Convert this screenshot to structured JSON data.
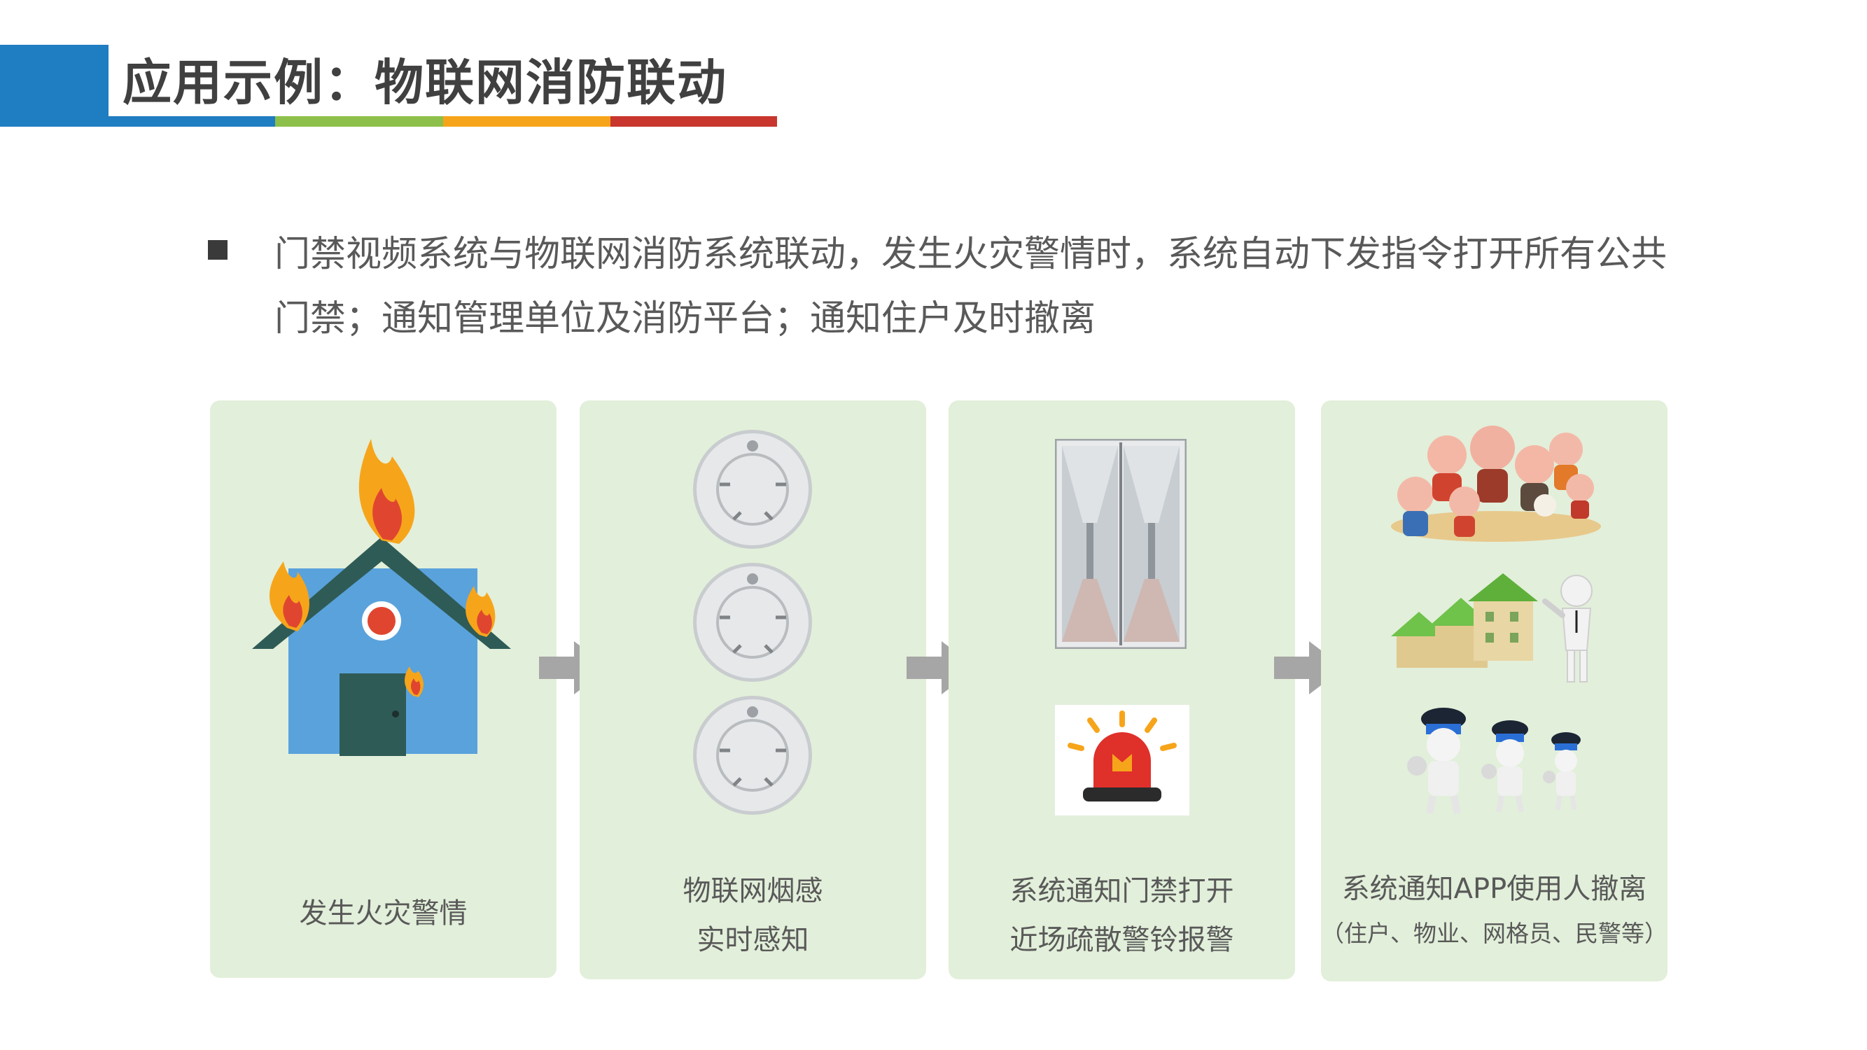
{
  "header": {
    "title": "应用示例：物联网消防联动"
  },
  "bullet": {
    "line1": "门禁视频系统与物联网消防系统联动，发生火灾警情时，系统自动下发指令打开所有公共",
    "line2": "门禁；通知管理单位及消防平台；通知住户及时撤离"
  },
  "steps": [
    {
      "line1": "发生火灾警情"
    },
    {
      "line1": "物联网烟感",
      "line2": "实时感知"
    },
    {
      "line1": "系统通知门禁打开",
      "line2": "近场疏散警铃报警"
    },
    {
      "line1": "系统通知APP使用人撤离",
      "line2": "（住户、物业、网格员、民警等）"
    }
  ],
  "colors": {
    "accent_blue": "#1f7dc1",
    "accent_green": "#8dc04a",
    "accent_orange": "#f6a51b",
    "accent_red": "#c8362d",
    "card_bg": "#e2efda",
    "arrow": "#a6a6a6"
  },
  "icons": [
    "burning-house-icon",
    "smoke-detector-icon",
    "glass-door-icon",
    "alarm-siren-icon",
    "family-icon",
    "houses-icon",
    "police-icon",
    "arrow-right-icon"
  ]
}
